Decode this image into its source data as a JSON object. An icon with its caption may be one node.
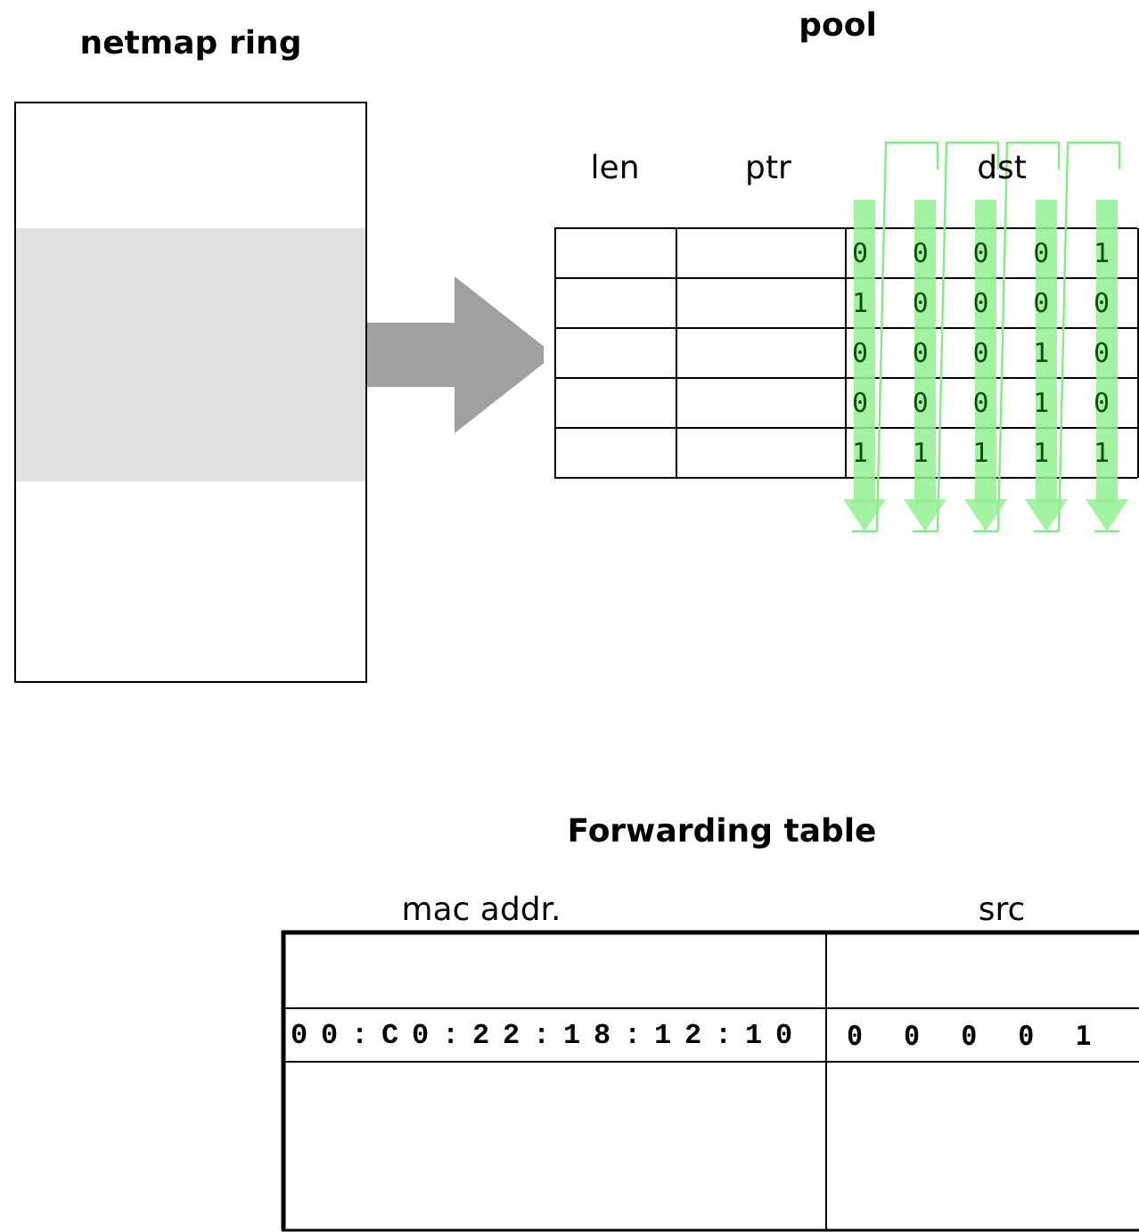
{
  "diagram": {
    "nodes": [
      {
        "text": [
          "netmap ring"
        ]
      },
      {
        "text": [],
        "shape": "band",
        "in": 0
      },
      {
        "text": [
          "pool"
        ]
      },
      {
        "text": [
          "Forwarding table"
        ]
      }
    ],
    "edges": [
      {
        "from": 1,
        "to": 2,
        "arrow": "to"
      }
    ],
    "labels": [
      "len",
      "ptr",
      "dst",
      "0 0 0 0 1",
      "1 0 0 0 0",
      "0 0 0 1 0",
      "0 0 0 1 0",
      "1 1 1 1 1",
      "mac addr.",
      "src",
      "00:C0:22:18:12:10",
      "0 0 0 0 1"
    ]
  }
}
